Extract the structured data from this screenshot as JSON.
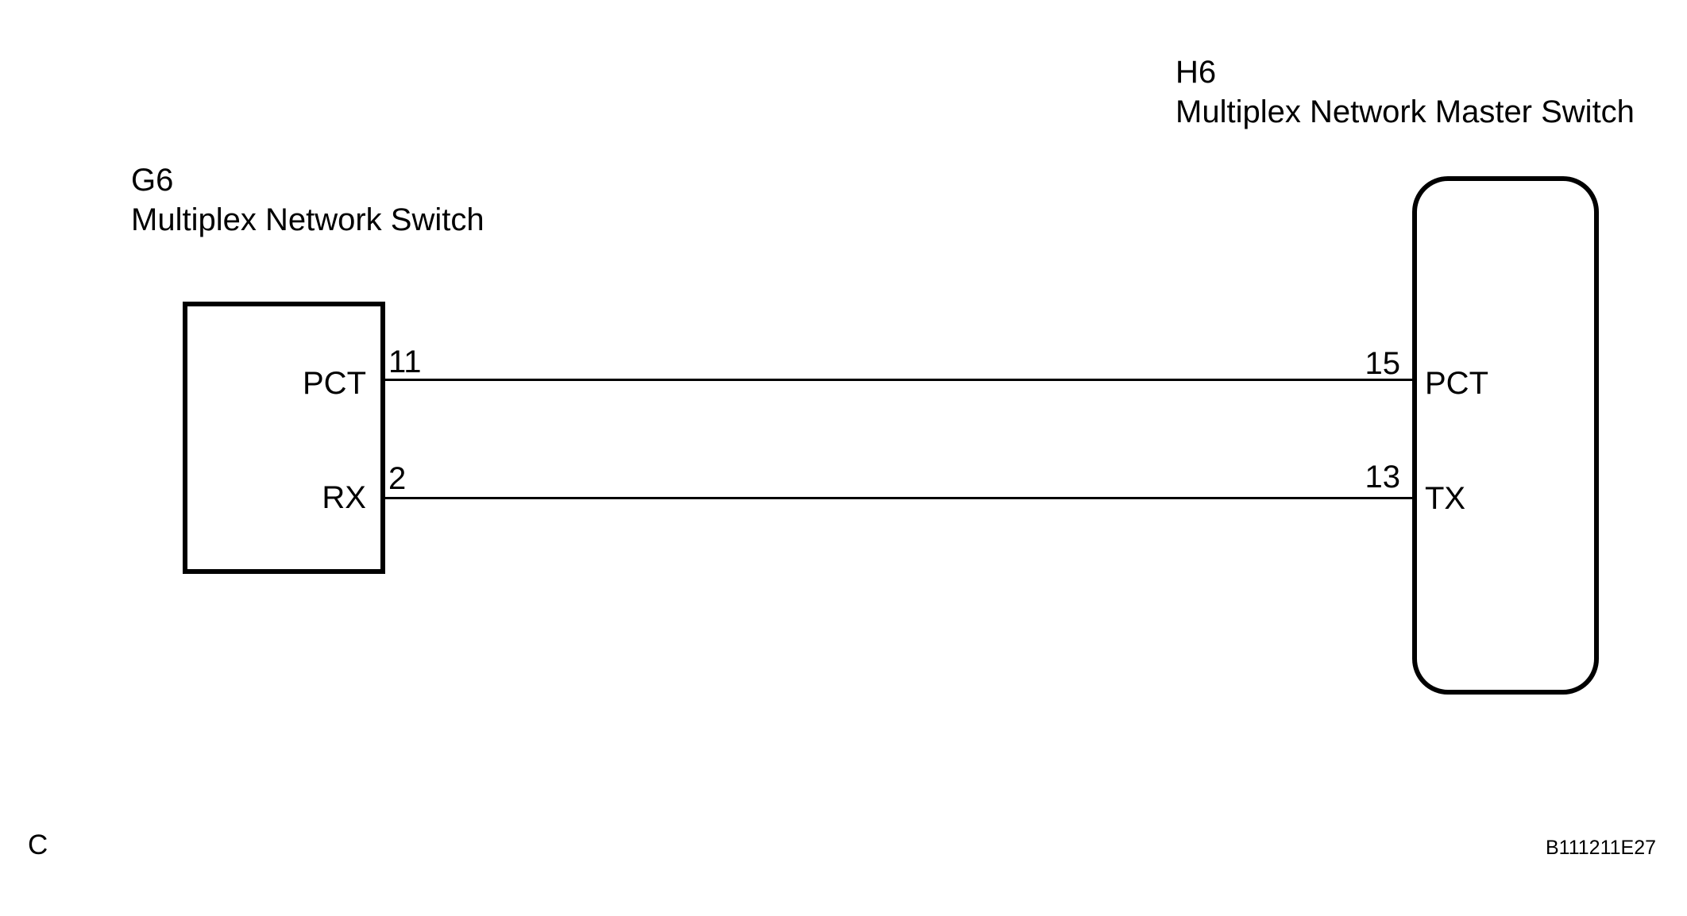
{
  "page": {
    "background_color": "#ffffff",
    "line_color": "#000000"
  },
  "left_component": {
    "id_label": "G6",
    "name": "Multiplex Network Switch",
    "pins": [
      {
        "number": "11",
        "terminal": "PCT"
      },
      {
        "number": "2",
        "terminal": "RX"
      }
    ]
  },
  "right_component": {
    "id_label": "H6",
    "name": "Multiplex Network Master Switch",
    "pins": [
      {
        "number": "15",
        "terminal": "PCT"
      },
      {
        "number": "13",
        "terminal": "TX"
      }
    ]
  },
  "wires": [
    {
      "from": "G6 pin 11 (PCT)",
      "to": "H6 pin 15 (PCT)"
    },
    {
      "from": "G6 pin 2 (RX)",
      "to": "H6 pin 13 (TX)"
    }
  ],
  "footer": {
    "revision_mark": "C",
    "document_code": "B111211E27"
  }
}
